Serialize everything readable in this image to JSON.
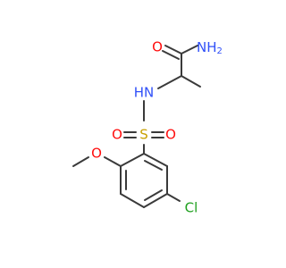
{
  "molecule": {
    "atoms": {
      "o_carbonyl": "O",
      "n_amide": "NH",
      "n_amide_sub": "2",
      "n_sulfonamide": "HN",
      "sulfur": "S",
      "o_sulfonyl_left": "O",
      "o_sulfonyl_right": "O",
      "o_methoxy": "O",
      "chlorine": "Cl"
    },
    "colors": {
      "bond": "#3a3a3a",
      "oxygen": "#ff0d0d",
      "nitrogen": "#3050f8",
      "sulfur": "#c8a000",
      "chlorine": "#1fa01f"
    }
  }
}
